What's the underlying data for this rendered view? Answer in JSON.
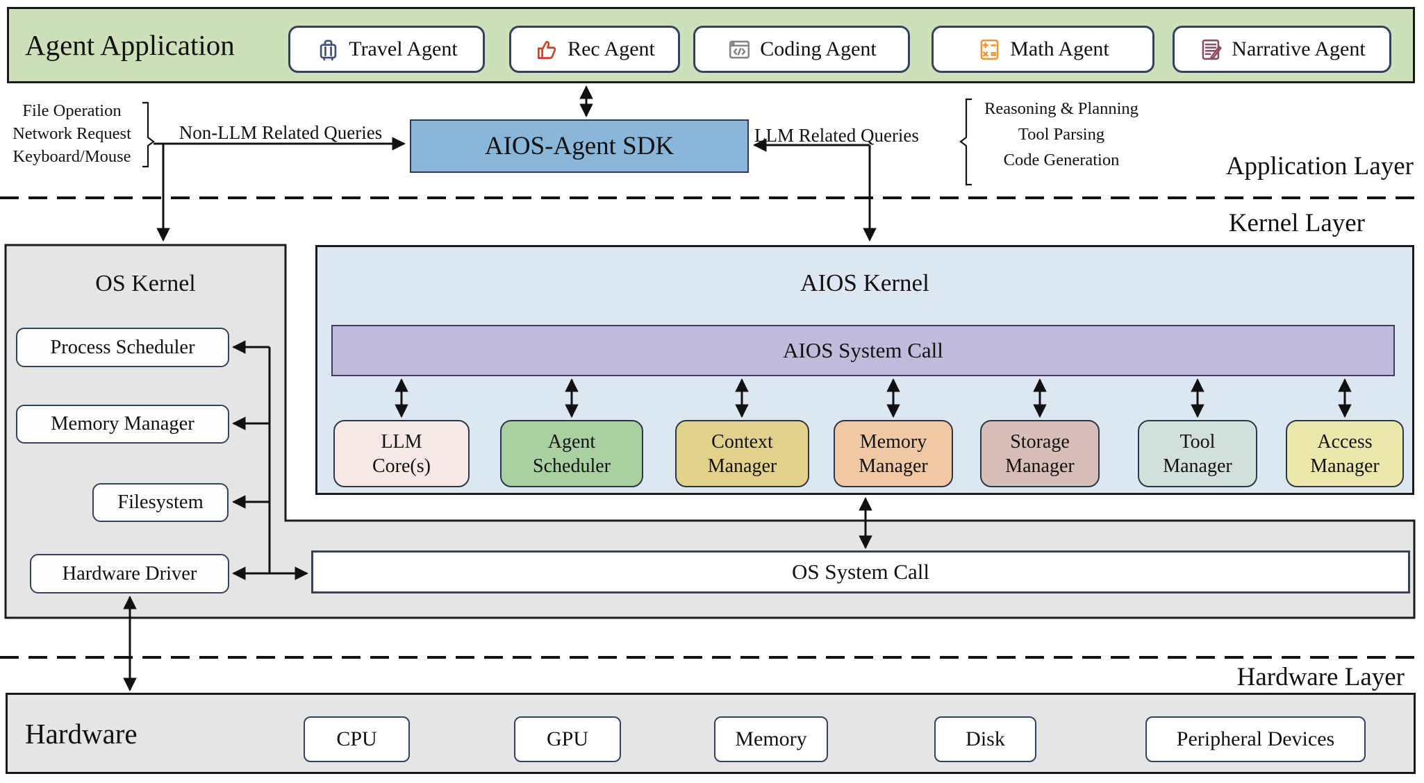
{
  "palette": {
    "app_bar_green": "#cde0ba",
    "sdk_blue": "#8ab6d9",
    "kernel_bg": "#dde7f2",
    "system_call_purple": "#c1bbdb",
    "panel_gray": "#e5e5e3"
  },
  "app_bar": {
    "title": "Agent Application",
    "agents": [
      {
        "label": "Travel Agent",
        "icon_color": "#3e4e78"
      },
      {
        "label": "Rec Agent",
        "icon_color": "#c8432b"
      },
      {
        "label": "Coding Agent",
        "icon_color": "#848484"
      },
      {
        "label": "Math Agent",
        "icon_color": "#e8973a"
      },
      {
        "label": "Narrative Agent",
        "icon_color": "#8d4a63"
      }
    ]
  },
  "sdk": {
    "label": "AIOS-Agent SDK"
  },
  "queries": {
    "non_llm": {
      "label": "Non-LLM Related Queries",
      "items": [
        "File Operation",
        "Network Request",
        "Keyboard/Mouse"
      ]
    },
    "llm": {
      "label": "LLM Related Queries",
      "items": [
        "Reasoning & Planning",
        "Tool Parsing",
        "Code Generation"
      ]
    }
  },
  "layers": {
    "application": "Application Layer",
    "kernel": "Kernel Layer",
    "hardware": "Hardware Layer"
  },
  "os_kernel": {
    "title": "OS Kernel",
    "modules": [
      "Process Scheduler",
      "Memory Manager",
      "Filesystem",
      "Hardware Driver"
    ]
  },
  "aios_kernel": {
    "title": "AIOS Kernel",
    "system_call": "AIOS System Call",
    "managers": [
      {
        "line1": "LLM",
        "line2": "Core(s)",
        "color": "#f6e8e4"
      },
      {
        "line1": "Agent",
        "line2": "Scheduler",
        "color": "#a9d0a1"
      },
      {
        "line1": "Context",
        "line2": "Manager",
        "color": "#e2d189"
      },
      {
        "line1": "Memory",
        "line2": "Manager",
        "color": "#f0c9a4"
      },
      {
        "line1": "Storage",
        "line2": "Manager",
        "color": "#d8beb8"
      },
      {
        "line1": "Tool",
        "line2": "Manager",
        "color": "#d3dfdb"
      },
      {
        "line1": "Access",
        "line2": "Manager",
        "color": "#ece7ab"
      }
    ]
  },
  "os_system_call": {
    "label": "OS System Call"
  },
  "hardware": {
    "title": "Hardware",
    "devices": [
      "CPU",
      "GPU",
      "Memory",
      "Disk",
      "Peripheral Devices"
    ]
  }
}
